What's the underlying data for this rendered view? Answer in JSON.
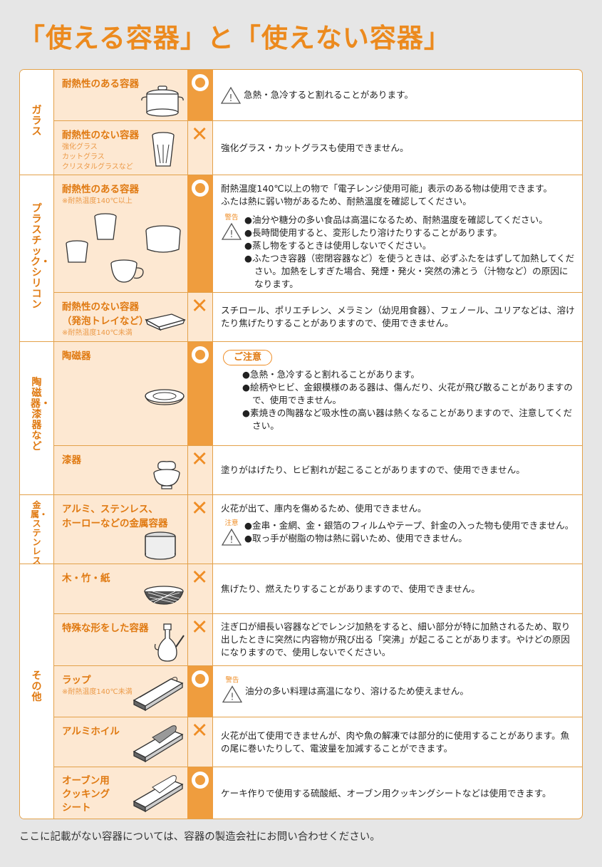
{
  "title": "「使える容器」と「使えない容器」",
  "categories": {
    "glass": "ガラス",
    "plastic": "プラスチック・シリコン",
    "ceramic": "陶磁器・漆器など",
    "metal": "金属・ステンレス",
    "other": "その他"
  },
  "rows": {
    "glass_ok": {
      "name": "耐熱性のある容器",
      "mark": "○",
      "desc": "急熱・急冷すると割れることがあります。"
    },
    "glass_ng": {
      "name": "耐熱性のない容器",
      "sub1": "強化グラス",
      "sub2": "カットグラス",
      "sub3": "クリスタルグラスなど",
      "mark": "×",
      "desc": "強化グラス・カットグラスも使用できません。"
    },
    "plastic_ok": {
      "name": "耐熱性のある容器",
      "sub": "※耐熱温度140℃以上",
      "mark": "○",
      "desc1": "耐熱温度140℃以上の物で「電子レンジ使用可能」表示のある物は使用できます。",
      "desc2": "ふたは熱に弱い物があるため、耐熱温度を確認してください。",
      "warn_tag": "警告",
      "b1": "●油分や糖分の多い食品は高温になるため、耐熱温度を確認してください。",
      "b2": "●長時間使用すると、変形したり溶けたりすることがあります。",
      "b3": "●蒸し物をするときは使用しないでください。",
      "b4": "●ふたつき容器（密閉容器など）を使うときは、必ずふたをはずして加熱してください。加熱をしすぎた場合、発煙・発火・突然の沸とう（汁物など）の原因になります。"
    },
    "plastic_ng": {
      "name1": "耐熱性のない容器",
      "name2": "（発泡トレイなど）",
      "sub": "※耐熱温度140℃未満",
      "mark": "×",
      "desc": "スチロール、ポリエチレン、メラミン（幼児用食器）、フェノール、ユリアなどは、溶けたり焦げたりすることがありますので、使用できません。"
    },
    "ceramic_ok": {
      "name": "陶磁器",
      "mark": "○",
      "pill": "ご注意",
      "b1": "●急熱・急冷すると割れることがあります。",
      "b2": "●絵柄やヒビ、金銀模様のある器は、傷んだり、火花が飛び散ることがありますので、使用できません。",
      "b3": "●素焼きの陶器など吸水性の高い器は熱くなることがありますので、注意してください。"
    },
    "lacquer_ng": {
      "name": "漆器",
      "mark": "×",
      "desc": "塗りがはげたり、ヒビ割れが起こることがありますので、使用できません。"
    },
    "metal_ng": {
      "name1": "アルミ、ステンレス、",
      "name2": "ホーローなどの金属容器",
      "mark": "×",
      "desc": "火花が出て、庫内を傷めるため、使用できません。",
      "caution_tag": "注意",
      "b1": "●金串・金網、金・銀箔のフィルムやテープ、針金の入った物も使用できません。",
      "b2": "●取っ手が樹脂の物は熱に弱いため、使用できません。"
    },
    "wood_ng": {
      "name": "木・竹・紙",
      "mark": "×",
      "desc": "焦げたり、燃えたりすることがありますので、使用できません。"
    },
    "shape_ng": {
      "name": "特殊な形をした容器",
      "mark": "×",
      "desc": "注ぎ口が細長い容器などでレンジ加熱をすると、細い部分が特に加熱されるため、取り出したときに突然に内容物が飛び出る「突沸」が起こることがあります。やけどの原因になりますので、使用しないでください。"
    },
    "wrap_ok": {
      "name": "ラップ",
      "sub": "※耐熱温度140℃未満",
      "mark": "○",
      "warn_tag": "警告",
      "desc": "油分の多い料理は高温になり、溶けるため使えません。"
    },
    "foil_ng": {
      "name": "アルミホイル",
      "mark": "×",
      "desc": "火花が出て使用できませんが、肉や魚の解凍では部分的に使用することがあります。魚の尾に巻いたりして、電波量を加減することができます。"
    },
    "sheet_ok": {
      "name1": "オーブン用",
      "name2": "クッキング",
      "name3": "シート",
      "mark": "○",
      "desc": "ケーキ作りで使用する硫酸紙、オーブン用クッキングシートなどは使用できます。"
    }
  },
  "footer": "ここに記載がない容器については、容器の製造会社にお問い合わせください。",
  "colors": {
    "accent": "#ec8a1e",
    "cell_bg": "#fde8d2",
    "ok_bg": "#ef9d3e",
    "border": "#e3a14a"
  }
}
